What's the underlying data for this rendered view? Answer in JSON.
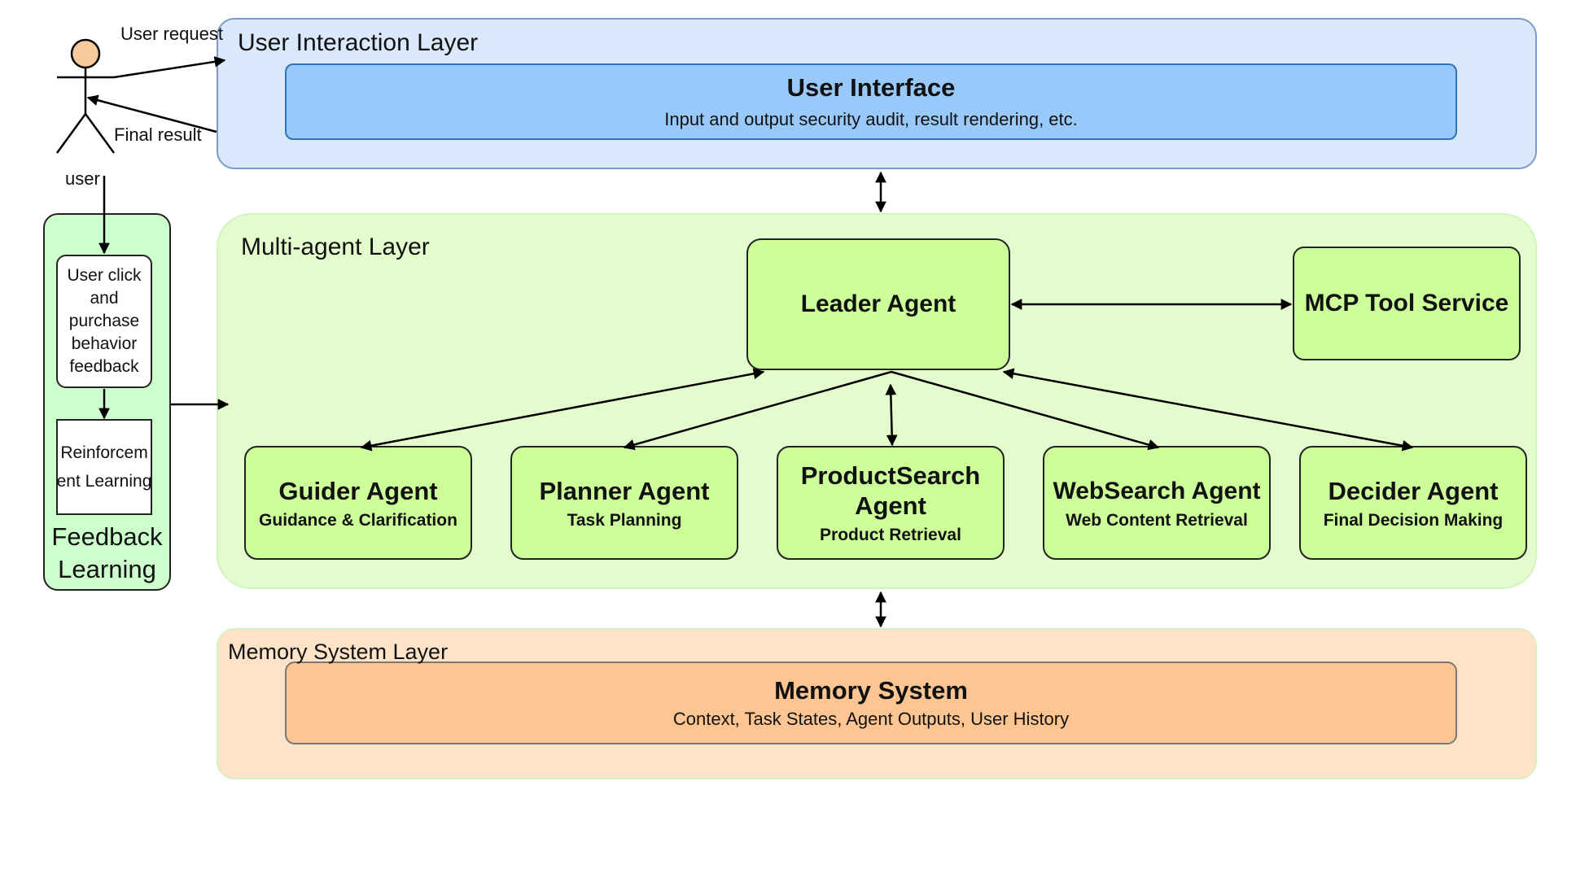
{
  "layers": {
    "user_interaction": "User Interaction Layer",
    "multi_agent": "Multi-agent Layer",
    "memory_system": "Memory System Layer"
  },
  "user_interface": {
    "title": "User Interface",
    "description": "Input and output security audit, result rendering, etc."
  },
  "leader_agent": "Leader Agent",
  "mcp_tool_service": "MCP Tool Service",
  "agents": [
    {
      "title": "Guider Agent",
      "subtitle": "Guidance & Clarification"
    },
    {
      "title": "Planner Agent",
      "subtitle": "Task Planning"
    },
    {
      "title": "ProductSearch Agent",
      "subtitle": "Product Retrieval"
    },
    {
      "title": "WebSearch Agent",
      "subtitle": "Web Content Retrieval"
    },
    {
      "title": "Decider Agent",
      "subtitle": "Final Decision Making"
    }
  ],
  "memory_system": {
    "title": "Memory System",
    "description": "Context, Task States, Agent Outputs, User History"
  },
  "user": {
    "label": "user",
    "request": "User request",
    "final_result": "Final result"
  },
  "feedback": {
    "behavior": "User click and purchase behavior feedback",
    "reinforcement": "Reinforcement Learning",
    "title": "Feedback Learning"
  },
  "colors": {
    "user_layer_bg": "#dae8fc",
    "user_interface_bg": "#99c9fb",
    "agent_layer_bg": "#e4fbcd",
    "agent_bg": "#ccff99",
    "memory_layer_bg": "#ffe3c8",
    "memory_box_bg": "#fdc591",
    "feedback_bg": "#ccffcc",
    "user_head": "#f8c99b"
  }
}
